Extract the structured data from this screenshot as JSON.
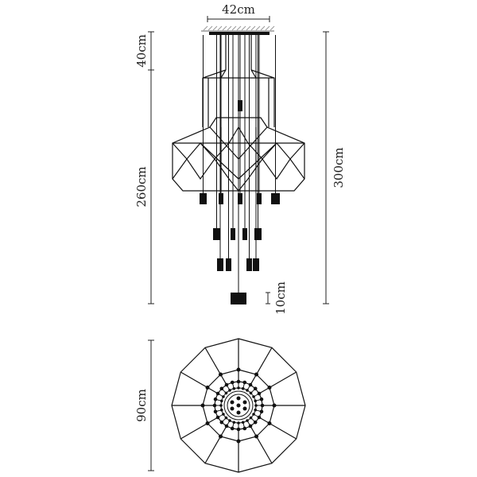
{
  "dimensions": {
    "canopy_width": "42cm",
    "top_drop": "40cm",
    "body_height": "260cm",
    "total_height": "300cm",
    "pendant_height": "10cm",
    "diameter": "90cm"
  }
}
